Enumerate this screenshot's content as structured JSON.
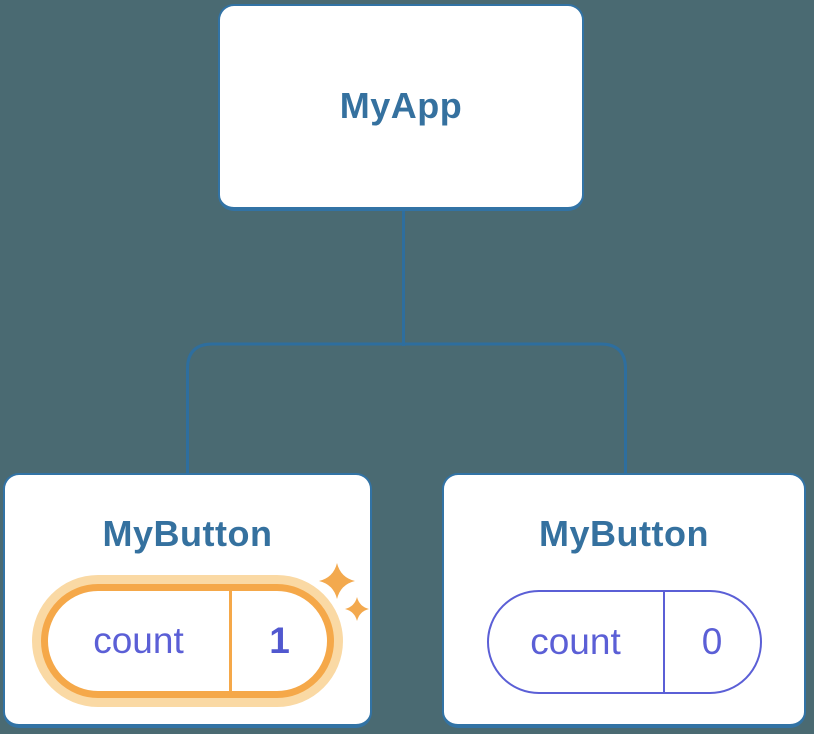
{
  "diagram": {
    "root": {
      "title": "MyApp"
    },
    "children": [
      {
        "title": "MyButton",
        "state": {
          "label": "count",
          "value": "1"
        },
        "highlighted": true
      },
      {
        "title": "MyButton",
        "state": {
          "label": "count",
          "value": "0"
        },
        "highlighted": false
      }
    ]
  },
  "colors": {
    "background": "#4A6A72",
    "card_background": "#FFFFFF",
    "card_border": "#3273A5",
    "title_text": "#35719F",
    "connector_line": "#2E6E9E",
    "state_text": "#5B5FD6",
    "state_pill_border": "#5B5FD6",
    "highlight_ring": "#F5A849",
    "highlight_halo": "#FAD9A4",
    "sparkle": "#F3A94E"
  },
  "icons": {
    "sparkles": "four-point-sparkle-stars"
  }
}
